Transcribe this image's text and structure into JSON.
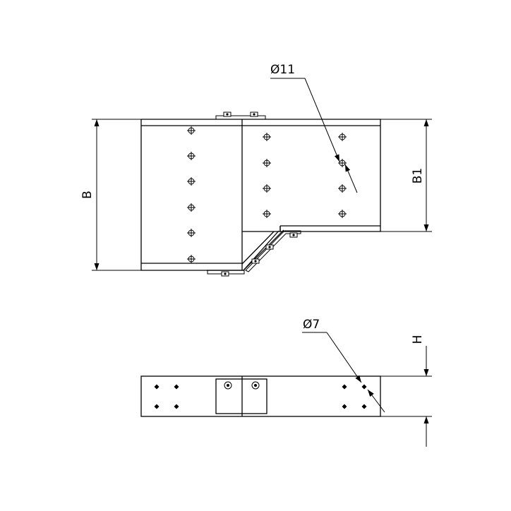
{
  "labels": {
    "dim_B": "B",
    "dim_B1": "B1",
    "dim_H": "H",
    "hole_top": "Ø11",
    "hole_bottom": "Ø7"
  }
}
